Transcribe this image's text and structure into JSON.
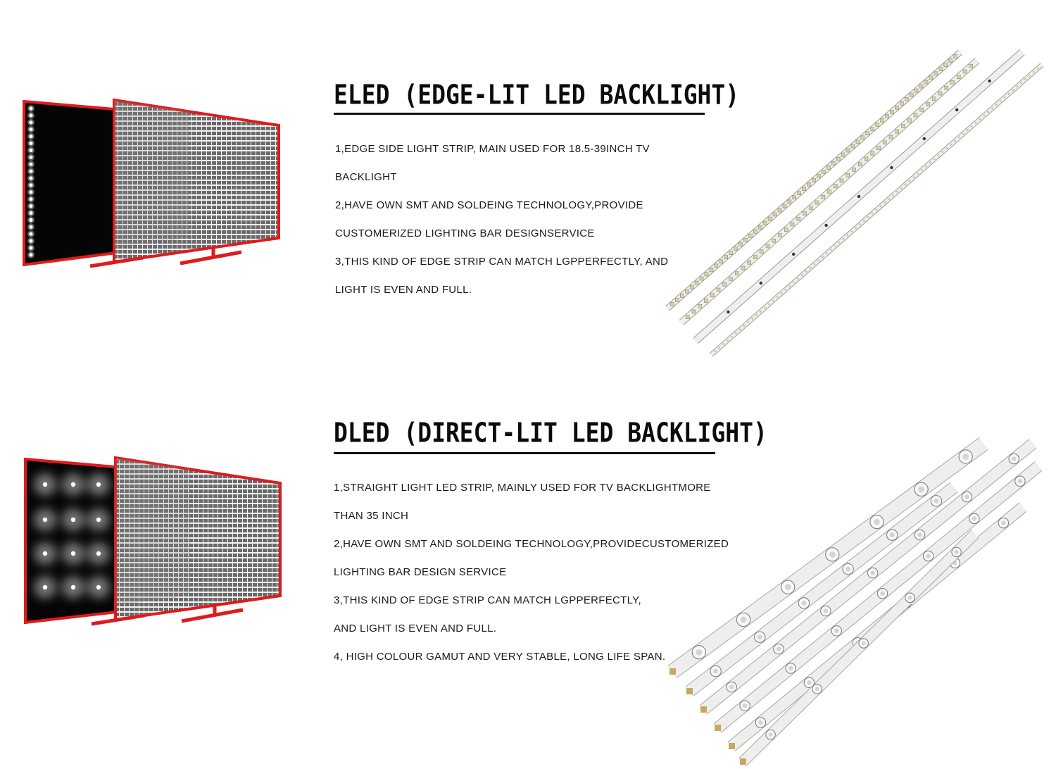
{
  "sections": [
    {
      "id": "eled",
      "title": "ELED (EDGE-LIT LED BACKLIGHT)",
      "lines": [
        "1,EDGE SIDE LIGHT STRIP, MAIN USED FOR 18.5-39INCH TV",
        "BACKLIGHT",
        "2,HAVE OWN SMT AND SOLDEING TECHNOLOGY,PROVIDE",
        "CUSTOMERIZED LIGHTING BAR DESIGNSERVICE",
        "3,THIS KIND OF EDGE STRIP CAN MATCH LGPPERFECTLY, AND",
        "LIGHT IS EVEN AND FULL."
      ]
    },
    {
      "id": "dled",
      "title": "DLED (DIRECT-LIT LED BACKLIGHT)",
      "lines": [
        "1,STRAIGHT LIGHT LED STRIP, MAINLY USED FOR TV BACKLIGHTMORE",
        "THAN 35 INCH",
        "2,HAVE OWN SMT AND SOLDEING TECHNOLOGY,PROVIDECUSTOMERIZED",
        "LIGHTING BAR DESIGN SERVICE",
        "3,THIS KIND OF EDGE STRIP CAN MATCH LGPPERFECTLY,",
        "AND LIGHT IS EVEN AND FULL.",
        "4, HIGH COLOUR GAMUT AND VERY STABLE, LONG LIFE SPAN."
      ]
    }
  ],
  "colors": {
    "frame_red": "#e01b1b",
    "panel_black": "#050505",
    "grid_gray": "#5a5a5a",
    "strip_white": "#efefed",
    "text": "#1a1a1a"
  },
  "icons": {
    "edge_diagram": "edge-lit-tv-diagram-icon",
    "direct_diagram": "direct-lit-tv-diagram-icon",
    "edge_strips": "edge-led-strips-photo",
    "direct_strips": "direct-led-strips-photo"
  }
}
